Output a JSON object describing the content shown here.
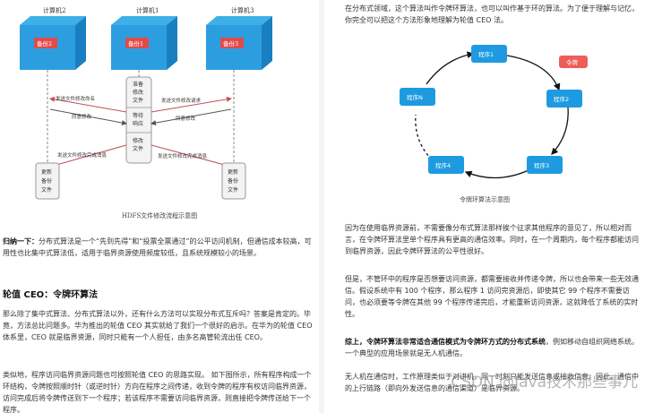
{
  "left": {
    "figure1": {
      "nodes": {
        "pc2": "计算机2",
        "pc1": "计算机1",
        "pc3": "计算机3",
        "backup1": "备份1",
        "backup2": "备份2",
        "backup3": "备份3"
      },
      "center_box": [
        "准备",
        "修改",
        "文件",
        "等待",
        "响应",
        "修改",
        "文件"
      ],
      "left_msgs": [
        "发送文件修改命名",
        "同意修改",
        "发送文件修改完成消息"
      ],
      "right_msgs": [
        "发送文件修改请求",
        "同意修改",
        "发送文件修改完成消息"
      ],
      "bottom_left": [
        "更新",
        "备份",
        "文件"
      ],
      "bottom_right": [
        "更新",
        "备份",
        "文件"
      ],
      "caption": "HDFS文件修改流程示意图"
    },
    "summary_lead": "归纳一下：",
    "summary_text": "分布式算法是一个“先到先得”和“投票全票通过”的公平访问机制，但通信成本较高，可用性也比集中式算法低，适用于临界资源使用频度较低，且系统规模较小的场景。",
    "heading": "轮值 CEO：令牌环算法",
    "p2": "那么除了集中式算法、分布式算法以外，还有什么方法可以实现分布式互斥吗？答案是肯定的。毕竟，方法总比问题多。华为推出的轮值 CEO 其实就给了我们一个很好的启示。在华为的轮值 CEO 体系里，CEO 就是临界资源，同时只能有一个人担任，由多名高管轮流出任 CEO。",
    "p3": "类似地，程序访问临界资源问题也可按照轮值 CEO 的思路实现。 如下图所示，所有程序构成一个环结构，令牌按照顺时针（或逆时针）方向在程序之间传递，收到令牌的程序有权访问临界资源，访问完成后将令牌传送到下一个程序；若该程序不需要访问临界资源，则直接把令牌传送给下一个程序。"
  },
  "right": {
    "p1": "在分布式领域，这个算法叫作令牌环算法，也可以叫作基于环的算法。为了便于理解与记忆，你完全可以把这个方法形象地理解为轮值 CEO 法。",
    "figure2": {
      "nodes": [
        "程序1",
        "程序2",
        "程序3",
        "程序4",
        "程序N"
      ],
      "token": "令牌",
      "caption": "令牌环算法示意图"
    },
    "p2": "因为在使用临界资源前，不需要像分布式算法那样挨个征求其他程序的意见了，所以相对而言，在令牌环算法里单个程序具有更高的通信效率。同时，在一个周期内，每个程序都能访问到临界资源，因此令牌环算法的公平性很好。",
    "p3": "但是，不管环中的程序是否想要访问资源，都需要接收并传递令牌，所以也会带来一些无效通信。假设系统中有 100 个程序，那么程序 1 访问完资源后，即使其它 99 个程序不需要访问，也必须要等令牌在其他 99 个程序传递完后，才能重新访问资源，这就降低了系统的实时性。",
    "p4_bold": "综上，令牌环算法非常适合通信模式为令牌环方式的分布式系统",
    "p4_rest": "，例如移动自组织网络系统。一个典型的应用场景就是无人机通信。",
    "p5": "无人机在通信时，工作原理类似于对讲机，同一时刻只能发送信息或接收信息。因此，通信中的上行链路（即向外发送信息的通信渠道）是临界资源。",
    "watermark": "CSDN @Java技术那些事儿"
  }
}
